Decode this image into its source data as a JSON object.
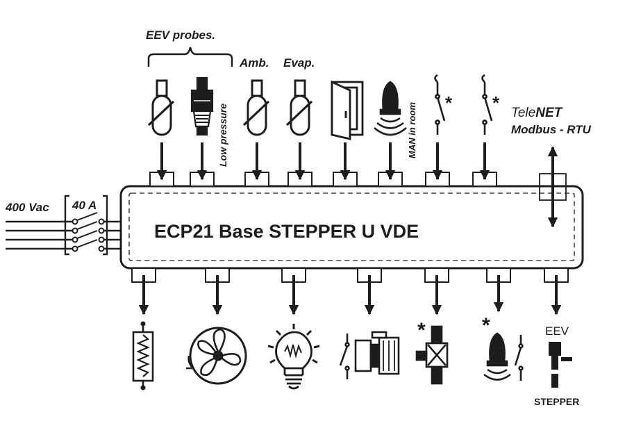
{
  "diagram": {
    "title": "ECP21  Base STEPPER U VDE",
    "power": {
      "voltage_label": "400 Vac",
      "breaker_label": "40 A"
    },
    "probes_group_label": "EEV probes.",
    "top_labels": {
      "amb": "Amb.",
      "evap": "Evap.",
      "low_pressure": "Low pressure",
      "man_in_room": "MAN in room",
      "asterisk": "*"
    },
    "comms": {
      "brand_prefix": "Tele",
      "brand_suffix": "NET",
      "protocol": "Modbus - RTU"
    },
    "bottom_labels": {
      "eev": "EEV",
      "stepper": "STEPPER",
      "asterisk": "*"
    },
    "top_inputs": [
      "evaporator-probe",
      "low-pressure-transducer",
      "ambient-probe",
      "evaporator-probe",
      "door-switch",
      "man-in-room-alarm",
      "digital-input-switch",
      "digital-input-switch"
    ],
    "bottom_outputs": [
      "defrost-heater",
      "evaporator-fan",
      "cold-room-light",
      "compressor",
      "solenoid-valve",
      "alarm",
      "eev-stepper"
    ],
    "colors": {
      "ink": "#1d1d1d",
      "background": "#ffffff"
    }
  }
}
